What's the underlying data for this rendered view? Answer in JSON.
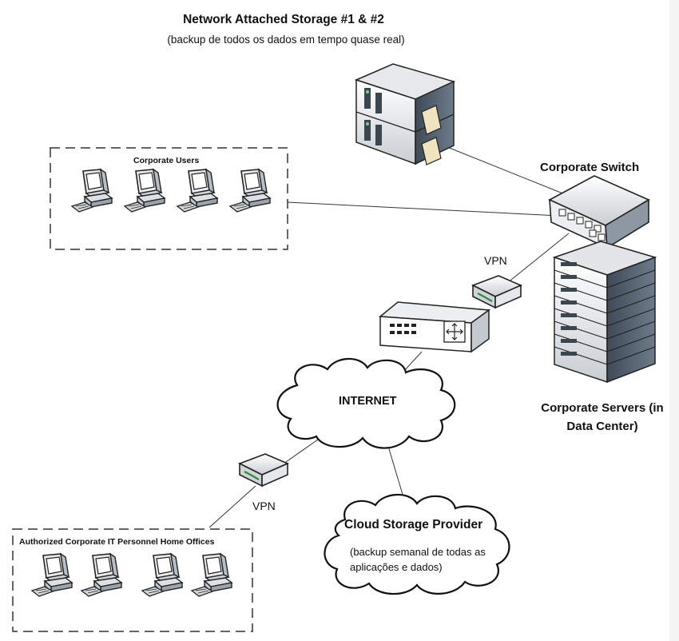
{
  "nas": {
    "title": "Network Attached Storage #1 & #2",
    "subtitle": "(backup de todos os dados em tempo quase real)"
  },
  "corporate_users": {
    "label": "Corporate Users"
  },
  "corporate_switch": {
    "label": "Corporate Switch"
  },
  "vpn_top": {
    "label": "VPN"
  },
  "internet": {
    "label": "INTERNET"
  },
  "corporate_servers": {
    "label": "Corporate Servers (in Data Center)"
  },
  "vpn_bottom": {
    "label": "VPN"
  },
  "cloud_storage": {
    "title": "Cloud Storage Provider",
    "subtitle": "(backup semanal de todas as aplicações e dados)"
  },
  "home_offices": {
    "label": "Authorized Corporate IT Personnel Home Offices"
  }
}
